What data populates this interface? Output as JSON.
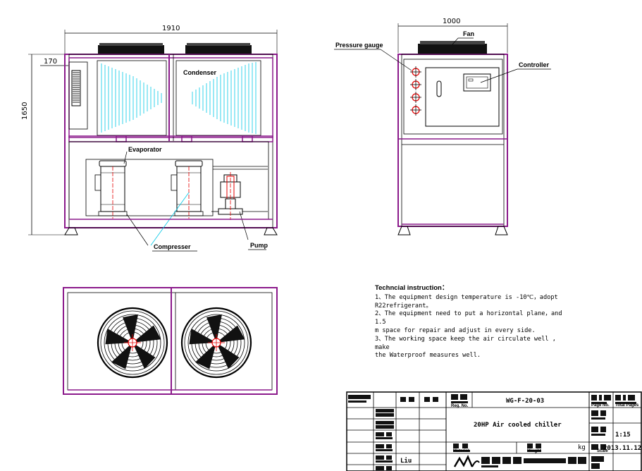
{
  "dimensions": {
    "front_width": "1910",
    "front_side_offset": "170",
    "front_height": "1650",
    "side_width": "1000"
  },
  "labels": {
    "condenser": "Condenser",
    "evaporator": "Evaporator",
    "compressor": "Compresser",
    "pump": "Pump",
    "pressure_gauge": "Pressure gauge",
    "fan": "Fan",
    "controller": "Controller"
  },
  "instructions": {
    "title": "Techncial instruction：",
    "lines": [
      "1、The equipment design temperature is -10℃，adopt",
      "R22refrigerant。",
      "2、The equipment need to put a horizontal plane，and 1.5",
      "m space for repair and adjust in every side.",
      "3、The working space keep the air circulate well , make",
      "the Waterproof measures well."
    ]
  },
  "title_block": {
    "drawing_no": "WG-F-20-03",
    "title": "20HP Air cooled chiller",
    "scale": "1:15",
    "date": "2013.11.12",
    "designer": "Liu",
    "unit": "kg",
    "small_en": {
      "reg_no": "Reg. No.",
      "material": "Material",
      "weight": "Weight",
      "scale": "Scale",
      "page": "Page No.",
      "total": "Total Pages"
    }
  },
  "colors": {
    "frame": "#8b1a8b",
    "line": "#000000",
    "cyan": "#00c8e6",
    "red": "#e60000"
  }
}
